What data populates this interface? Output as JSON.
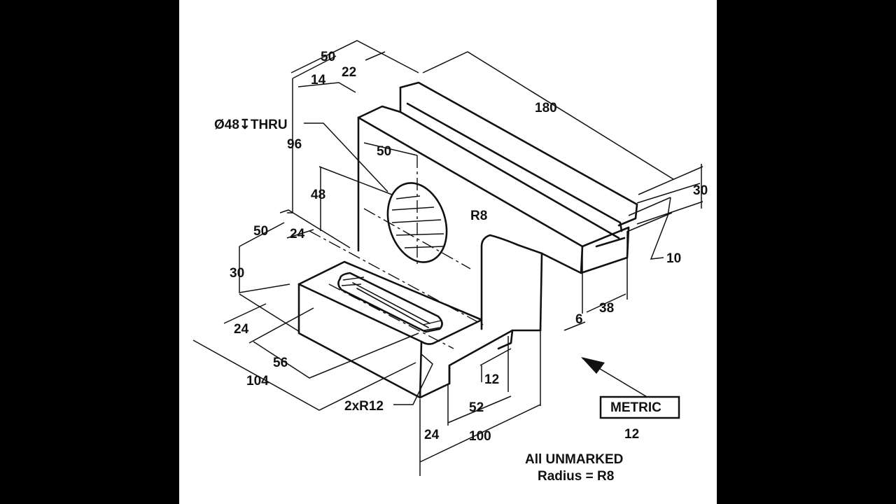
{
  "colors": {
    "background": "#000000",
    "paper": "#ffffff",
    "ink": "#111111"
  },
  "dimensions": {
    "d50_top": "50",
    "d22": "22",
    "d14": "14",
    "d180": "180",
    "hole": "Ø48↧THRU",
    "d96": "96",
    "d50_hole": "50",
    "d48": "48",
    "r8": "R8",
    "d30_right": "30",
    "d10": "10",
    "d50_left": "50",
    "d24_left": "24",
    "d30_left": "30",
    "d24_base": "24",
    "d56": "56",
    "d104": "104",
    "r12": "2xR12",
    "d6": "6",
    "d38": "38",
    "d12": "12",
    "d52": "52",
    "d24_bottom": "24",
    "d100": "100"
  },
  "notes": {
    "metric_label": "METRIC",
    "figure_number": "12",
    "unmarked_line1": "All UNMARKED",
    "unmarked_line2": "Radius = R8"
  }
}
